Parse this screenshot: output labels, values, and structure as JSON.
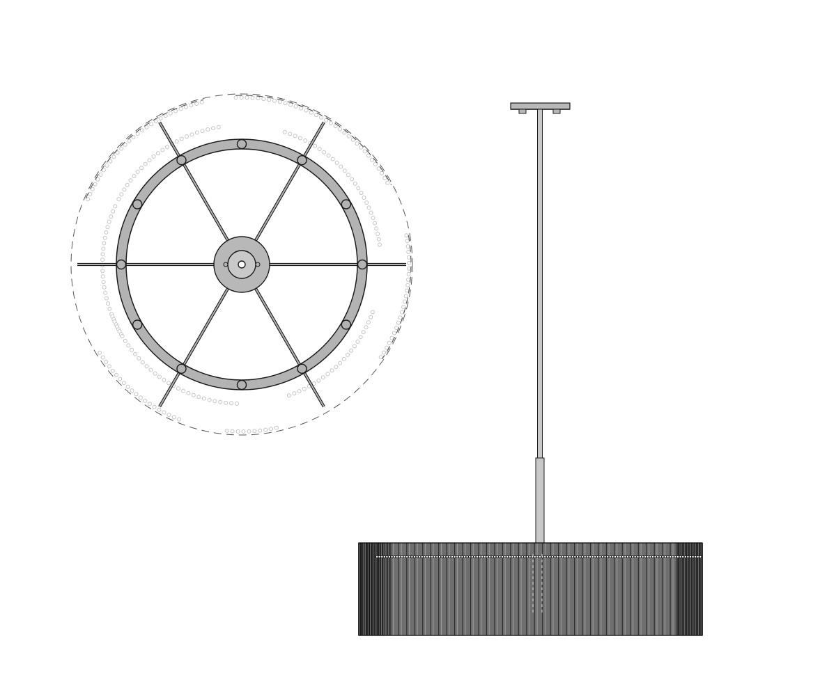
{
  "drawing": {
    "views": [
      "plan-view",
      "elevation-view"
    ],
    "plan_view": {
      "spoke_count": 6,
      "rim_bead_count": 12,
      "chain_arc_count": 10
    },
    "elevation_view": {
      "shade_rod_count": 130
    },
    "colors": {
      "line": "#1a1a1a",
      "metal_fill": "#b3b3b3",
      "hub_fill": "#b8b8b8",
      "bead_stroke": "#c4c4c4",
      "shade_dark": "#2a2a2a",
      "shade_mid": "#6f6f6f",
      "shade_light": "#9a9a9a",
      "rod_fill": "#c8c8c8",
      "background": "#ffffff"
    }
  }
}
